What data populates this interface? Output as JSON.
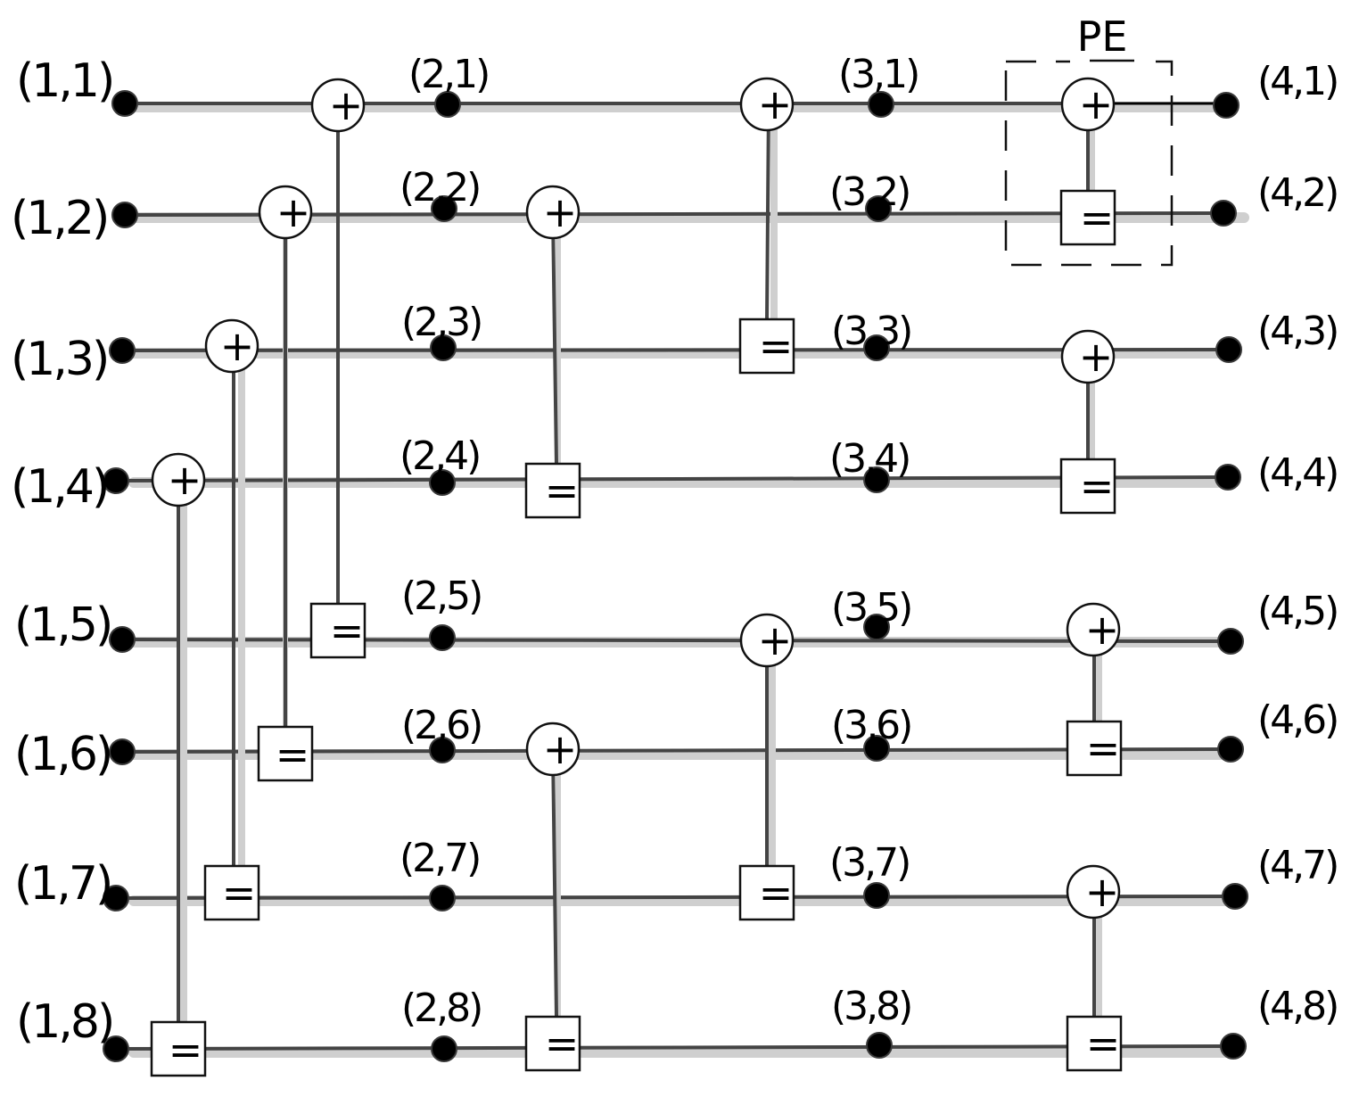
{
  "pe_label": "PE",
  "operators": {
    "add": "+",
    "equal": "="
  },
  "labels": {
    "col1": [
      "(1,1)",
      "(1,2)",
      "(1,3)",
      "(1,4)",
      "(1,5)",
      "(1,6)",
      "(1,7)",
      "(1,8)"
    ],
    "col2": [
      "(2,1)",
      "(2,2)",
      "(2,3)",
      "(2,4)",
      "(2,5)",
      "(2,6)",
      "(2,7)",
      "(2,8)"
    ],
    "col3": [
      "(3,1)",
      "(3,2)",
      "(3,3)",
      "(3,4)",
      "(3,5)",
      "(3,6)",
      "(3,7)",
      "(3,8)"
    ],
    "col4": [
      "(4,1)",
      "(4,2)",
      "(4,3)",
      "(4,4)",
      "(4,5)",
      "(4,6)",
      "(4,7)",
      "(4,8)"
    ]
  },
  "butterflies": [
    {
      "stage": 1,
      "pairs": [
        [
          1,
          5
        ],
        [
          2,
          6
        ],
        [
          3,
          7
        ],
        [
          4,
          8
        ]
      ]
    },
    {
      "stage": 2,
      "pairs": [
        [
          2,
          4
        ],
        [
          6,
          8
        ]
      ]
    },
    {
      "stage": 3,
      "pairs": [
        [
          1,
          3
        ],
        [
          5,
          7
        ]
      ]
    },
    {
      "stage": 4,
      "pairs": [
        [
          1,
          2
        ],
        [
          3,
          4
        ],
        [
          5,
          6
        ],
        [
          7,
          8
        ]
      ]
    }
  ],
  "colors": {
    "wire": "#444444",
    "halo": "#cfcfcf",
    "node": "#000000"
  }
}
